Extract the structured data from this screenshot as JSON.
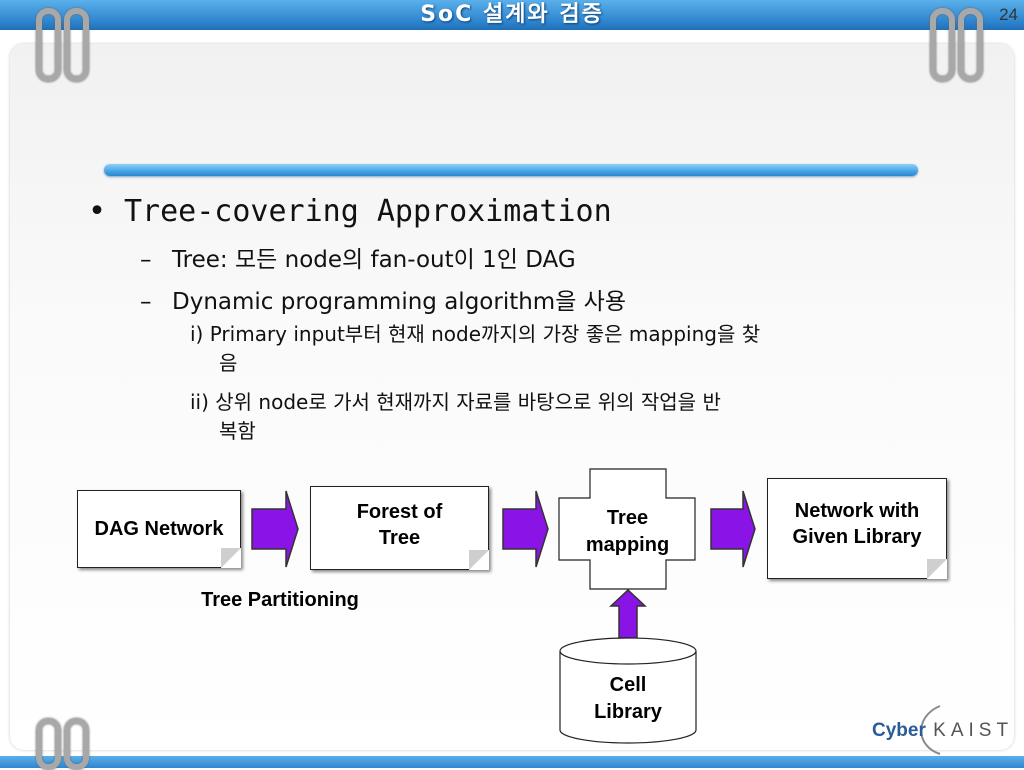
{
  "header": {
    "title": "SoC 설계와 검증",
    "slide_number": "24"
  },
  "content": {
    "bullet": "Tree-covering Approximation",
    "sub_items": [
      "Tree: 모든 node의 fan-out이 1인 DAG",
      "Dynamic programming algorithm을 사용"
    ],
    "steps": [
      {
        "line1": "i) Primary input부터 현재 node까지의 가장 좋은 mapping을 찾",
        "line2": "음"
      },
      {
        "line1": "ii) 상위 node로 가서 현재까지 자료를 바탕으로 위의 작업을 반",
        "line2": "복함"
      }
    ]
  },
  "diagram": {
    "dag_network": "DAG Network",
    "forest_line1": "Forest of",
    "forest_line2": "Tree",
    "tree_mapping_line1": "Tree",
    "tree_mapping_line2": "mapping",
    "network_line1": "Network with",
    "network_line2": "Given Library",
    "cell_line1": "Cell",
    "cell_line2": "Library",
    "tree_partitioning": "Tree Partitioning",
    "arrow_color": "#8a14e6"
  },
  "footer": {
    "logo_text_1": "Cyber",
    "logo_text_2": "KAIST"
  }
}
